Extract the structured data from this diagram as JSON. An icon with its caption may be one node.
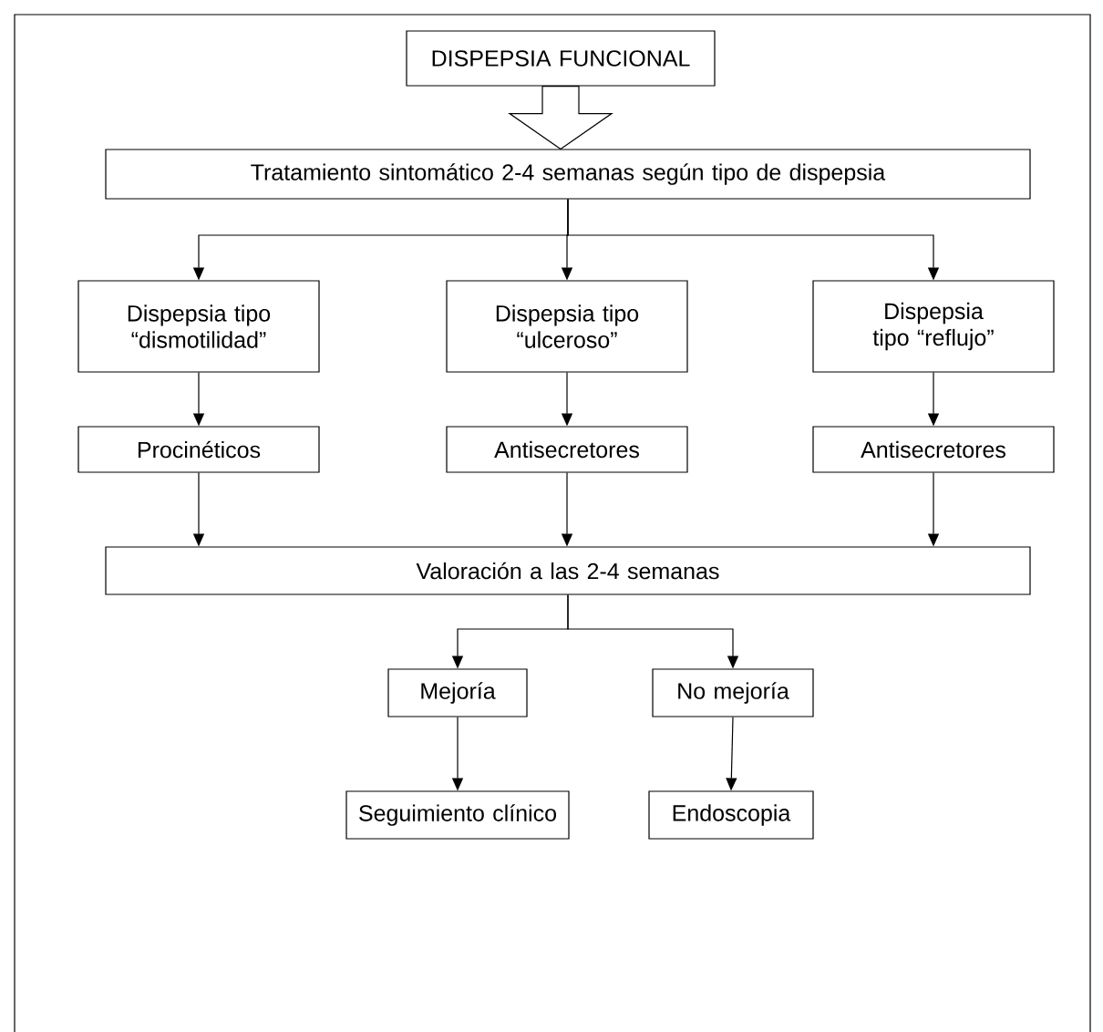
{
  "diagram": {
    "nodes": [
      {
        "text": [
          "DISPEPSIA FUNCIONAL"
        ]
      },
      {
        "text": [
          "Tratamiento sintomático 2-4 semanas según tipo de dispepsia"
        ]
      },
      {
        "text": [
          "Dispepsia tipo “dismotilidad”"
        ]
      },
      {
        "text": [
          "Dispepsia tipo “ulceroso”"
        ]
      },
      {
        "text": [
          "Dispepsia tipo “reflujo”"
        ]
      },
      {
        "text": [
          "Procinéticos"
        ]
      },
      {
        "text": [
          "Antisecretores"
        ]
      },
      {
        "text": [
          "Antisecretores"
        ]
      },
      {
        "text": [
          "Valoración a las 2-4 semanas"
        ]
      },
      {
        "text": [
          "Mejoría"
        ]
      },
      {
        "text": [
          "No mejoría"
        ]
      },
      {
        "text": [
          "Seguimiento clínico"
        ]
      },
      {
        "text": [
          "Endoscopia"
        ]
      }
    ],
    "edges": [
      {
        "from": 0,
        "to": 1,
        "arrow": "to",
        "style": "thick"
      },
      {
        "from": 1,
        "to": 2,
        "arrow": "to"
      },
      {
        "from": 1,
        "to": 3,
        "arrow": "to"
      },
      {
        "from": 1,
        "to": 4,
        "arrow": "to"
      },
      {
        "from": 2,
        "to": 5,
        "arrow": "to"
      },
      {
        "from": 3,
        "to": 6,
        "arrow": "to"
      },
      {
        "from": 4,
        "to": 7,
        "arrow": "to"
      },
      {
        "from": 5,
        "to": 8,
        "arrow": "to"
      },
      {
        "from": 6,
        "to": 8,
        "arrow": "to"
      },
      {
        "from": 7,
        "to": 8,
        "arrow": "to"
      },
      {
        "from": 8,
        "to": 9,
        "arrow": "to"
      },
      {
        "from": 8,
        "to": 10,
        "arrow": "to"
      },
      {
        "from": 9,
        "to": 11,
        "arrow": "to"
      },
      {
        "from": 10,
        "to": 12,
        "arrow": "to"
      }
    ]
  }
}
